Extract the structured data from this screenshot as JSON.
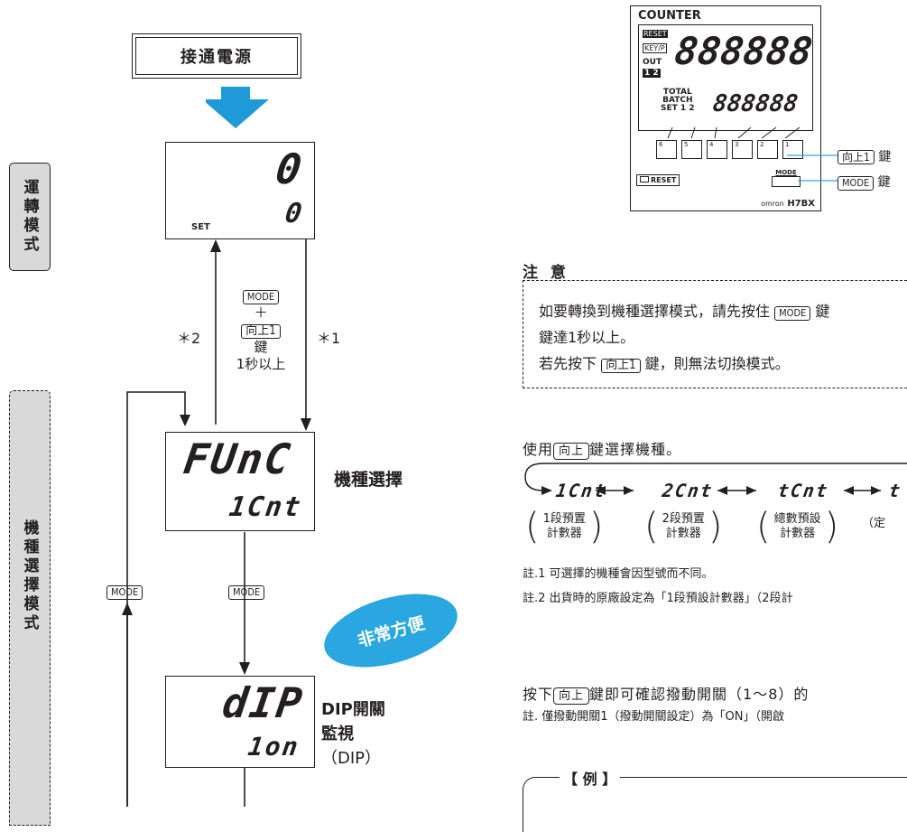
{
  "power_on": "接通電源",
  "tabs": {
    "run_mode": "運轉模式",
    "model_mode": "機種選擇模式"
  },
  "lcd_run": {
    "top": "0",
    "bottom": "0",
    "set": "SET"
  },
  "lcd_func": {
    "top": "FUnC",
    "bottom": "1Cnt",
    "label": "機種選擇"
  },
  "lcd_dip": {
    "top": "dIP",
    "bottom": "1on",
    "label1": "DIP開關",
    "label2": "監視",
    "label3": "（DIP）"
  },
  "transition": {
    "key_mode": "MODE",
    "plus": "＋",
    "key_up1": "向上1",
    "key_word": "鍵",
    "duration": "1秒以上",
    "star2": "＊2",
    "star1": "＊1"
  },
  "side_mode_key": "MODE",
  "mid_mode_key": "MODE",
  "badge": "非常方便",
  "counter": {
    "title": "COUNTER",
    "tags": [
      "RESET",
      "KEY/P",
      "OUT"
    ],
    "out_nums": "1 2",
    "main_digits": "888888",
    "sub_labels": [
      "TOTAL",
      "BATCH",
      "SET 1 2"
    ],
    "sub_digits": "888888",
    "button_nums": [
      "6",
      "5",
      "4",
      "3",
      "2",
      "1"
    ],
    "reset_label": "RESET",
    "mode_label": "MODE",
    "brand": "omron",
    "model": "H7BX",
    "callout_up1_key": "向上1",
    "callout_up1_word": "鍵",
    "callout_mode_key": "MODE",
    "callout_mode_word": "鍵"
  },
  "notice": {
    "title": "注 意",
    "line1_a": "如要轉換到機種選擇模式，請先按住",
    "line1_key": "MODE",
    "line1_b": "鍵",
    "line2": "鍵達1秒以上。",
    "line3_a": "若先按下",
    "line3_key": "向上1",
    "line3_b": "鍵，則無法切換模式。"
  },
  "select": {
    "text_a": "使用",
    "key": "向上",
    "text_b": "鍵選擇機種。",
    "codes": [
      "1Cnt",
      "2Cnt",
      "tCnt",
      "t"
    ],
    "labels": [
      [
        "1段預置",
        "計數器"
      ],
      [
        "2段預置",
        "計數器"
      ],
      [
        "總數預設",
        "計數器"
      ],
      [
        "（定"
      ]
    ],
    "note1": "註.1 可選擇的機種會因型號而不同。",
    "note2": "註.2 出貨時的原廠設定為「1段預設計數器」（2段計"
  },
  "dip_section": {
    "text_a": "按下",
    "key": "向上",
    "text_b": "鍵即可確認撥動開關（1～8）的",
    "note": "註. 僅撥動開關1（撥動開關設定）為「ON」（開啟"
  },
  "example": "【 例 】"
}
